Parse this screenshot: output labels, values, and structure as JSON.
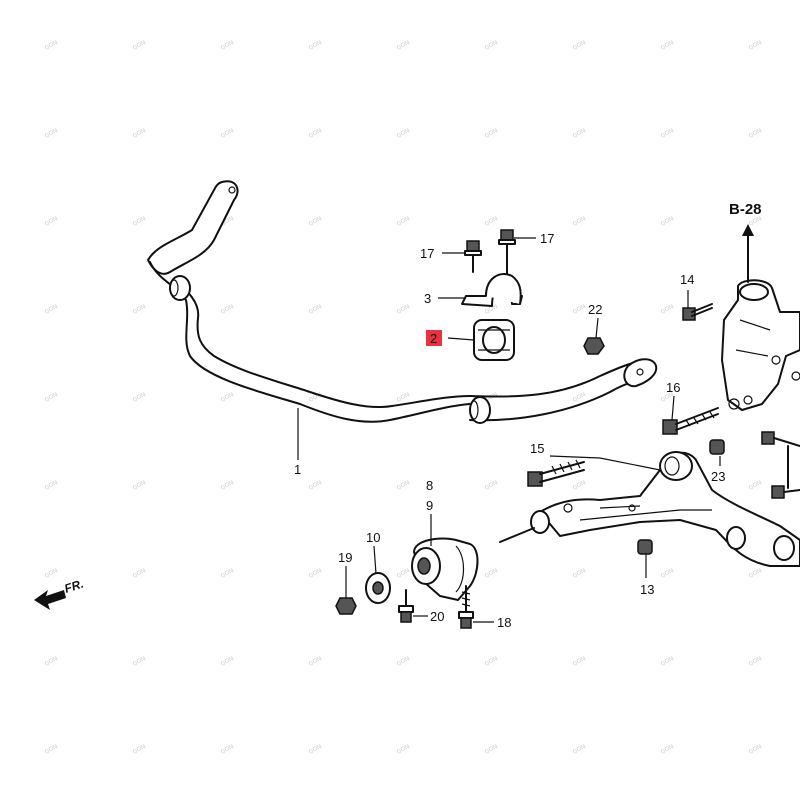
{
  "reference_label": "B-28",
  "front_label": "FR.",
  "watermark_text": "GON",
  "highlight_color": "#e8323c",
  "callouts": [
    {
      "id": "c1",
      "text": "1"
    },
    {
      "id": "c2",
      "text": "2",
      "highlighted": true
    },
    {
      "id": "c3",
      "text": "3"
    },
    {
      "id": "c8",
      "text": "8"
    },
    {
      "id": "c9",
      "text": "9"
    },
    {
      "id": "c10",
      "text": "10"
    },
    {
      "id": "c13",
      "text": "13"
    },
    {
      "id": "c14",
      "text": "14"
    },
    {
      "id": "c15",
      "text": "15"
    },
    {
      "id": "c16",
      "text": "16"
    },
    {
      "id": "c17a",
      "text": "17"
    },
    {
      "id": "c17b",
      "text": "17"
    },
    {
      "id": "c18",
      "text": "18"
    },
    {
      "id": "c19",
      "text": "19"
    },
    {
      "id": "c20",
      "text": "20"
    },
    {
      "id": "c22",
      "text": "22"
    },
    {
      "id": "c23",
      "text": "23"
    }
  ]
}
